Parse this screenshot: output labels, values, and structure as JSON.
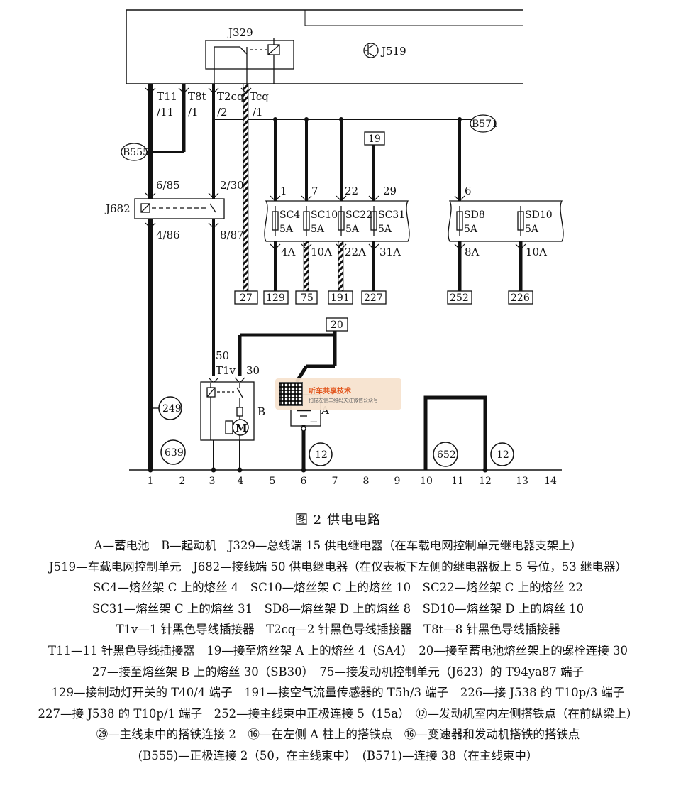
{
  "diagram": {
    "control_unit": "J519",
    "relay_j329": "J329",
    "relay_j682": "J682",
    "connectors": {
      "t11_a": "T11",
      "t11_b": "/11",
      "t8t_a": "T8t",
      "t8t_b": "/1",
      "t2cq_a": "T2cq",
      "t2cq_b": "/2",
      "tcq_a": "Tcq",
      "tcq_b": "/1",
      "t1v": "T1v"
    },
    "nodes": {
      "b555": "B555",
      "b571": "B571"
    },
    "pins": {
      "p685": "6/85",
      "p486": "4/86",
      "p230": "2/30",
      "p887": "8/87",
      "p50": "50",
      "p30": "30",
      "fc1": "1",
      "fc7": "7",
      "fc22": "22",
      "fc29": "29",
      "fd6": "6",
      "o4a": "4A",
      "o10a": "10A",
      "o22a": "22A",
      "o31a": "31A",
      "o8a": "8A",
      "od10a": "10A"
    },
    "fuses": {
      "sc4": "SC4",
      "sc10": "SC10",
      "sc22": "SC22",
      "sc31": "SC31",
      "sd8": "SD8",
      "sd10": "SD10",
      "rating": "5A"
    },
    "boxes": {
      "b19": "19",
      "b20": "20",
      "b27": "27",
      "b129": "129",
      "b75": "75",
      "b191": "191",
      "b227": "227",
      "b252": "252",
      "b226": "226"
    },
    "grounds": {
      "g249": "249",
      "g639": "639",
      "g12a": "12",
      "g652": "652",
      "g12b": "12"
    },
    "components": {
      "starter": "B",
      "battery": "A",
      "motor": "M",
      "minus": "−"
    },
    "ruler": [
      "1",
      "2",
      "3",
      "4",
      "5",
      "6",
      "7",
      "8",
      "9",
      "10",
      "11",
      "12",
      "13",
      "14"
    ]
  },
  "watermark": {
    "title": "听车共享技术",
    "subtitle": "扫描左侧二维码关注微信公众号"
  },
  "caption": "图 2 供电电路",
  "legend": [
    "A—蓄电池　B—起动机　J329—总线端 15 供电继电器（在车载电网控制单元继电器支架上）",
    "J519—车载电网控制单元　J682—接线端 50 供电继电器（在仪表板下左侧的继电器板上 5 号位，53 继电器）",
    "SC4—熔丝架 C 上的熔丝 4　SC10—熔丝架 C 上的熔丝 10　SC22—熔丝架 C 上的熔丝 22",
    "SC31—熔丝架 C 上的熔丝 31　SD8—熔丝架 D 上的熔丝 8　SD10—熔丝架 D 上的熔丝 10",
    "T1v—1 针黑色导线插接器　T2cq—2 针黑色导线插接器　T8t—8 针黑色导线插接器",
    "T11—11 针黑色导线插接器　19—接至熔丝架 A 上的熔丝 4（SA4）　20—接至蓄电池熔丝架上的螺栓连接 30",
    "27—接至熔丝架 B 上的熔丝 30（SB30）　75—接发动机控制单元（J623）的 T94ya87 端子",
    "129—接制动灯开关的 T40/4 端子　191—接空气流量传感器的 T5h/3 端子　226—接 J538 的 T10p/3 端子",
    "227—接 J538 的 T10p/1 端子　252—接主线束中正极连接 5（15a）　⑫—发动机室内左侧搭铁点（在前纵梁上）",
    "㉙—主线束中的搭铁连接 2　⑯—在左侧 A 柱上的搭铁点　⑯—变速器和发动机搭铁的搭铁点",
    "(B555)—正极连接 2（50，在主线束中）　(B571)—连接 38（在主线束中）"
  ]
}
